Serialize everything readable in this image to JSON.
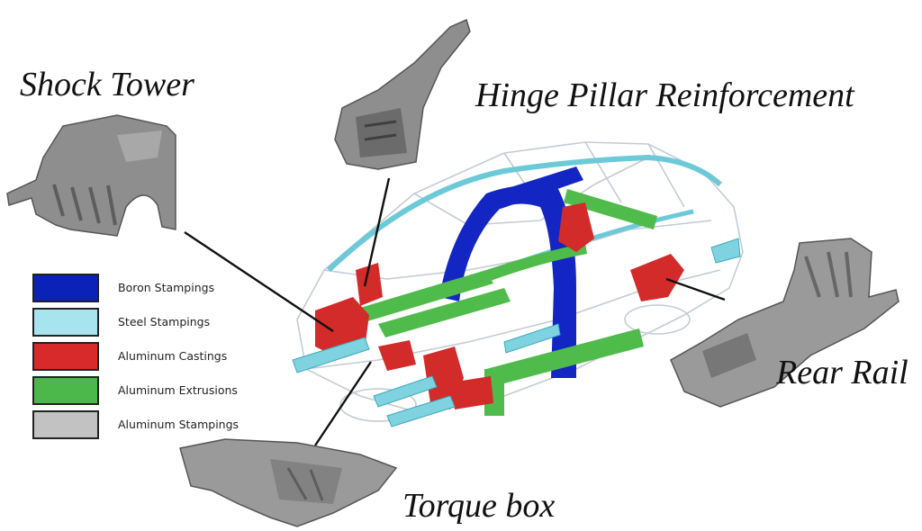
{
  "callouts": {
    "shock_tower": "Shock Tower",
    "hinge_pillar": "Hinge Pillar Reinforcement",
    "rear_rail": "Rear Rail",
    "torque_box": "Torque box"
  },
  "legend": [
    {
      "label": "Boron Stampings",
      "color": "#0a22b8"
    },
    {
      "label": "Steel Stampings",
      "color": "#a8e4ee"
    },
    {
      "label": "Aluminum Castings",
      "color": "#d82a2a"
    },
    {
      "label": "Aluminum Extrusions",
      "color": "#4cb84c"
    },
    {
      "label": "Aluminum Stampings",
      "color": "#c2c2c2"
    }
  ],
  "colors": {
    "boron": "#1326c4",
    "steel": "#7fd3e0",
    "casting": "#d32a2a",
    "extrusion": "#4fbb4a",
    "part_gray": "#8e8e8e",
    "part_dark": "#5d5d5d"
  }
}
